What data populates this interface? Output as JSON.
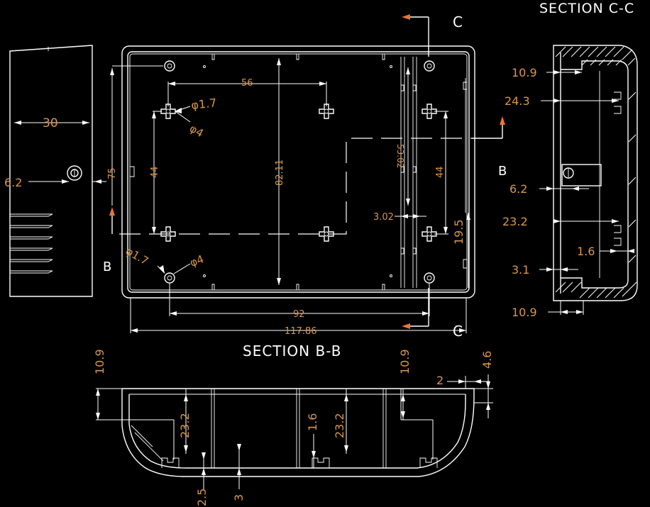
{
  "titles": {
    "section_cc": "SECTION C-C",
    "section_bb": "SECTION B-B"
  },
  "markers": {
    "c_top": "C",
    "c_bottom": "C",
    "b_left": "B",
    "b_right": "B"
  },
  "dimensions": {
    "plan": {
      "d56": "56",
      "d82_11": "82.11",
      "d75": "75",
      "d44_left": "44",
      "d44_right": "44",
      "d53_02": "53.02",
      "d3_02": "3.02",
      "d19_5": "19.5",
      "d92": "92",
      "d117_86": "117.86",
      "phi1_7_top": "φ1.7",
      "phi4_top": "φ4",
      "phi1_7_bottom": "φ1.7",
      "phi4_bottom": "φ4"
    },
    "side": {
      "d30": "30",
      "d6_2": "6.2"
    },
    "section_cc": {
      "d10_9_top": "10.9",
      "d24_3": "24.3",
      "d6_2": "6.2",
      "d23_2": "23.2",
      "d1_6": "1.6",
      "d3_1": "3.1",
      "d10_9_bottom": "10.9"
    },
    "section_bb": {
      "d10_9_left": "10.9",
      "d23_2_left": "23.2",
      "d2_5": "2.5",
      "d3": "3",
      "d1_6": "1.6",
      "d23_2_mid": "23.2",
      "d10_9_right": "10.9",
      "d2": "2",
      "d4_6": "4.6"
    }
  },
  "colors": {
    "background": "#000000",
    "lines": "#ffffff",
    "dimension_text": "#d9964a",
    "section_arrow": "#e8743b"
  }
}
